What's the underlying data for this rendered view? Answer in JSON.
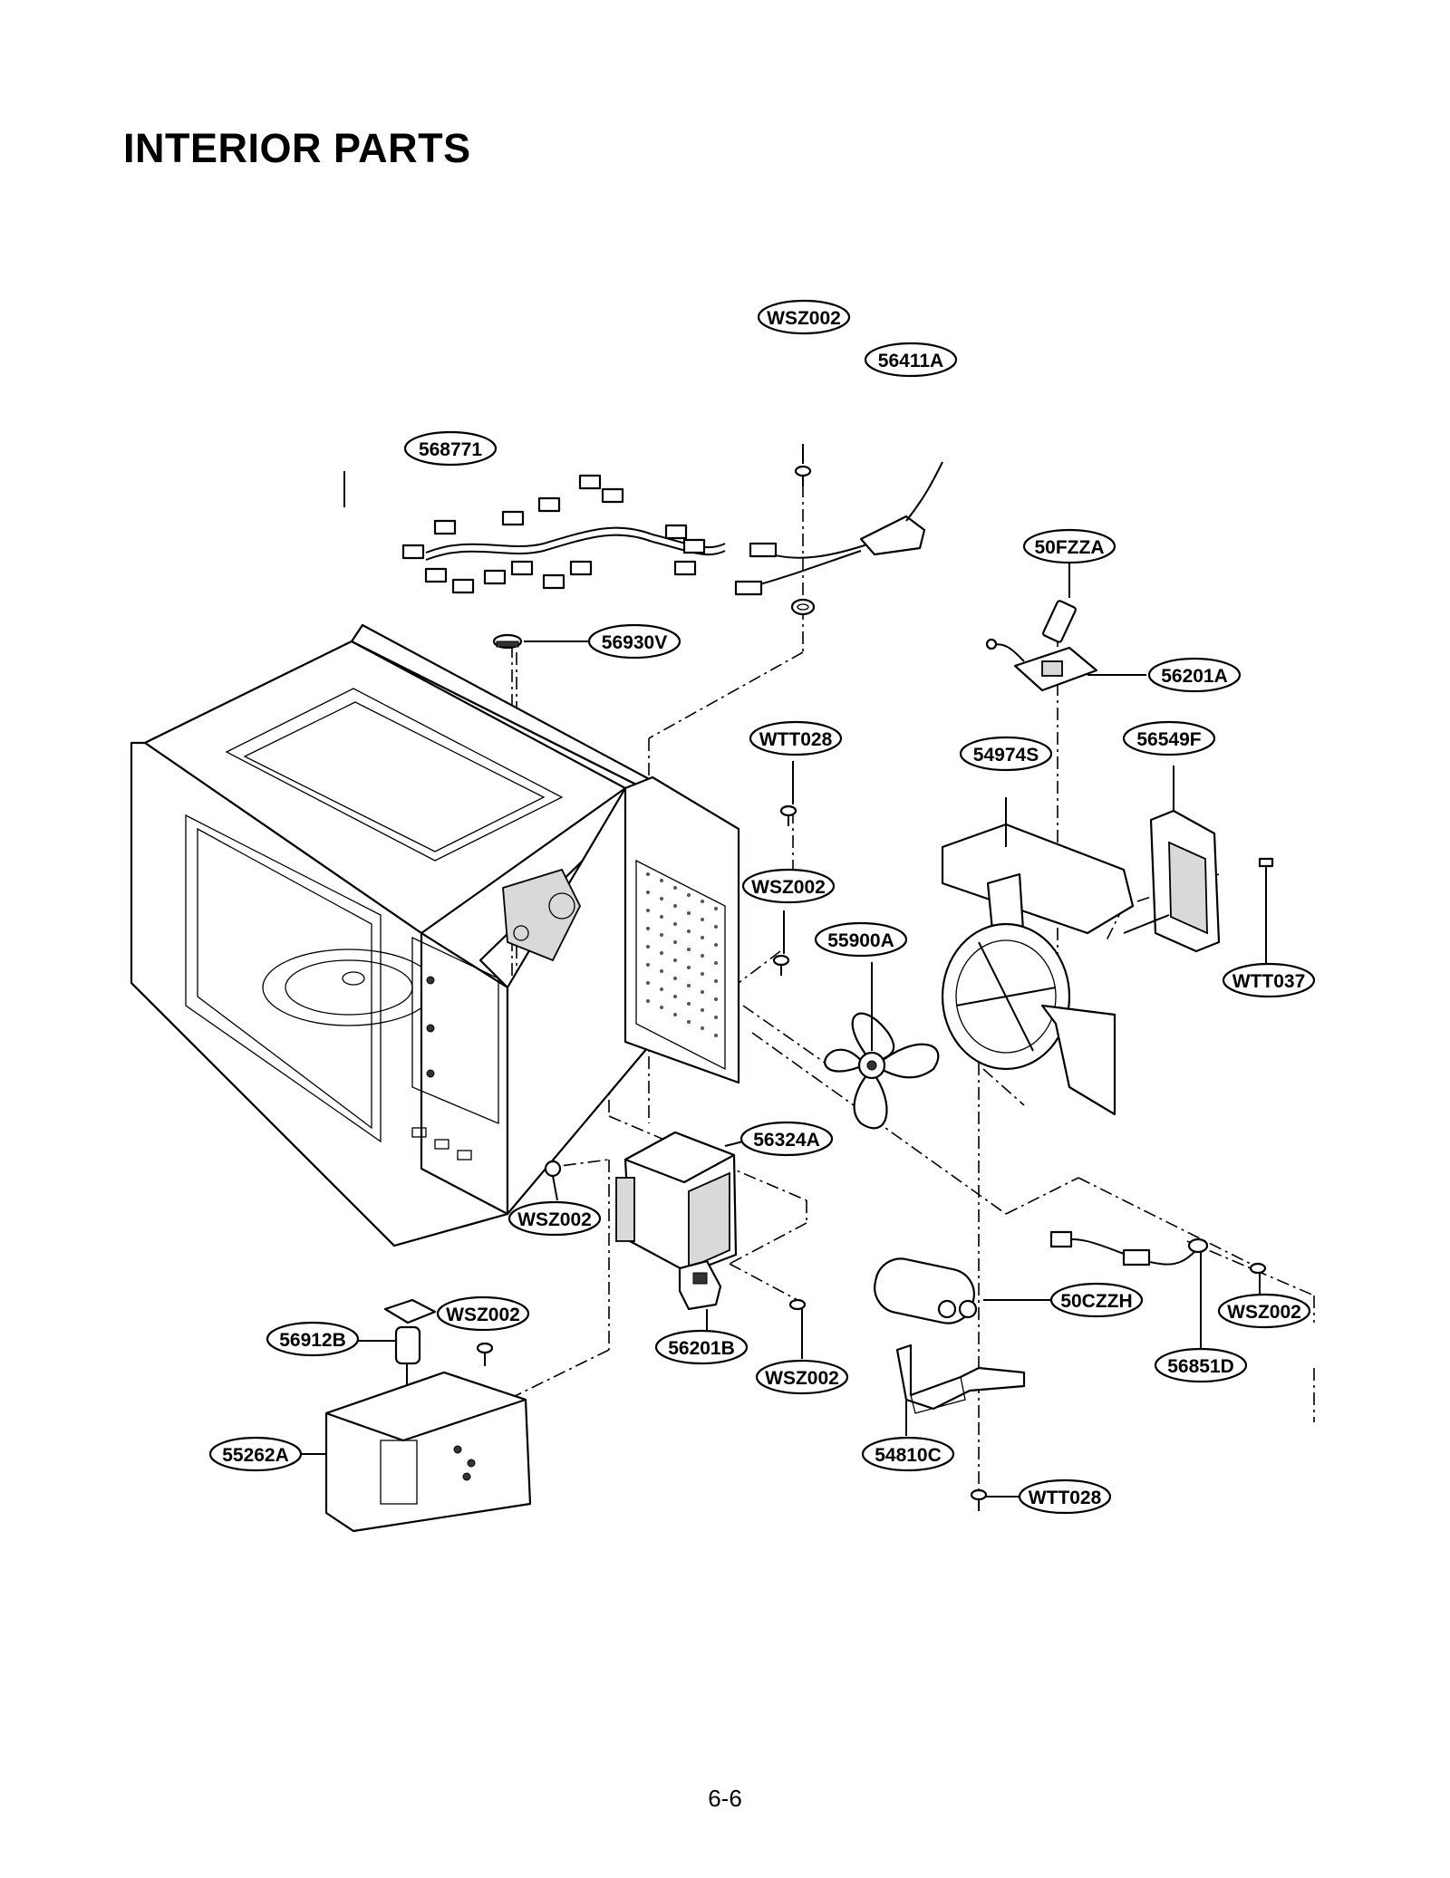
{
  "title": "INTERIOR PARTS",
  "page_number": "6-6",
  "labels": {
    "harness": "568771",
    "screw_top": "WSZ002",
    "cord": "56411A",
    "fuse": "50FZZA",
    "thermostat": "56930V",
    "fuse_holder": "56201A",
    "screw_wtt_mid": "WTT028",
    "bracket": "54974S",
    "motor": "56549F",
    "screw_mid": "WSZ002",
    "fan": "55900A",
    "screw_wtt037": "WTT037",
    "magnetron": "56324A",
    "screw_mag": "WSZ002",
    "switch_56912B": "56912B",
    "screw_lamp": "WSZ002",
    "switch_56201B": "56201B",
    "capacitor": "50CZZH",
    "screw_cap": "WSZ002",
    "diode": "56851D",
    "screw_bottom": "WSZ002",
    "transformer": "55262A",
    "cap_bracket": "54810C",
    "screw_wtt_bottom": "WTT028"
  }
}
